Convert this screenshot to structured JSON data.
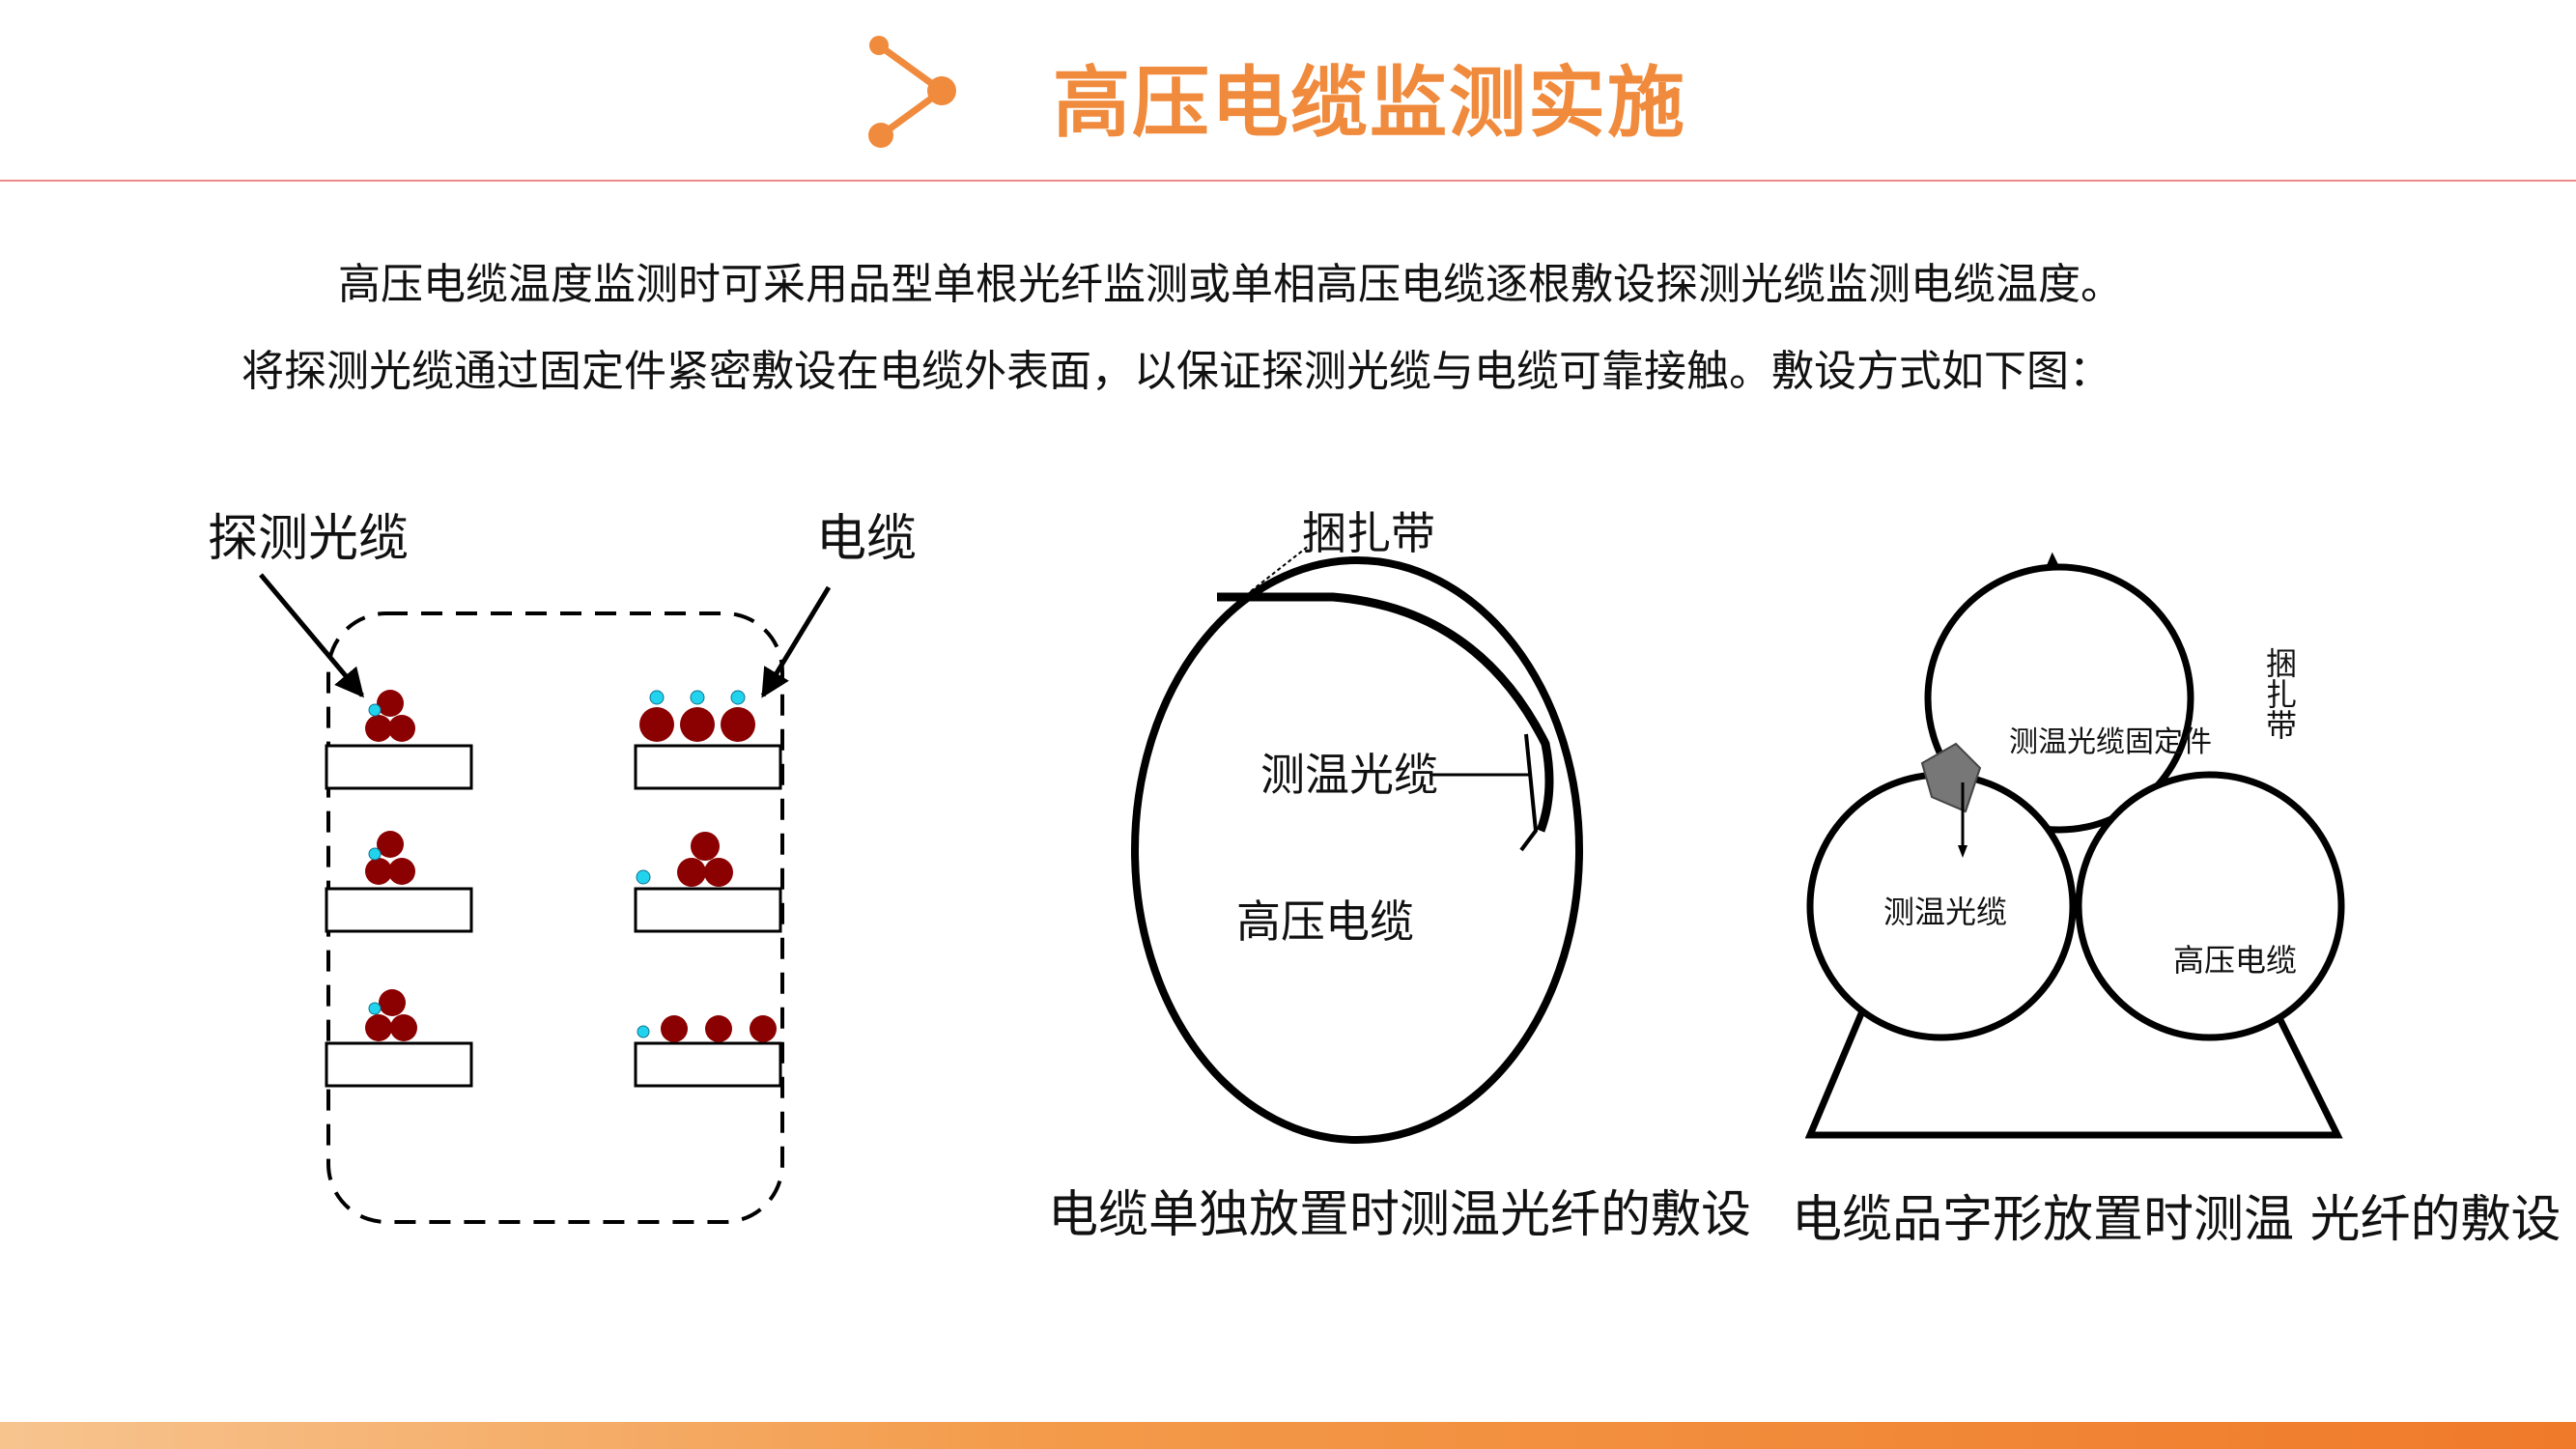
{
  "header": {
    "title": "高压电缆监测实施",
    "accent_color": "#f08a3c",
    "logo_icon": "share-nodes-icon"
  },
  "intro": {
    "line1": "高压电缆温度监测时可采用品型单根光纤监测或单相高压电缆逐根敷设探测光缆监测电缆温度。",
    "line2": "将探测光缆通过固定件紧密敷设在电缆外表面，以保证探测光缆与电缆可靠接触。敷设方式如下图："
  },
  "diagram_tray": {
    "label_probe": "探测光缆",
    "label_cable": "电缆",
    "cable_color": "#8b0000",
    "fiber_color": "#22d3ee"
  },
  "diagram_single": {
    "label_tie": "捆扎带",
    "label_fiber": "测温光缆",
    "label_cable": "高压电缆",
    "caption": "电缆单独放置时测温光纤的敷设"
  },
  "diagram_trefoil": {
    "label_tie": "捆扎带",
    "label_fixture": "测温光缆固定件",
    "label_fiber": "测温光缆",
    "label_cable": "高压电缆",
    "caption": "电缆品字形放置时测温 光纤的敷设"
  },
  "footer": {
    "bar_color": "#ef7a2a"
  }
}
